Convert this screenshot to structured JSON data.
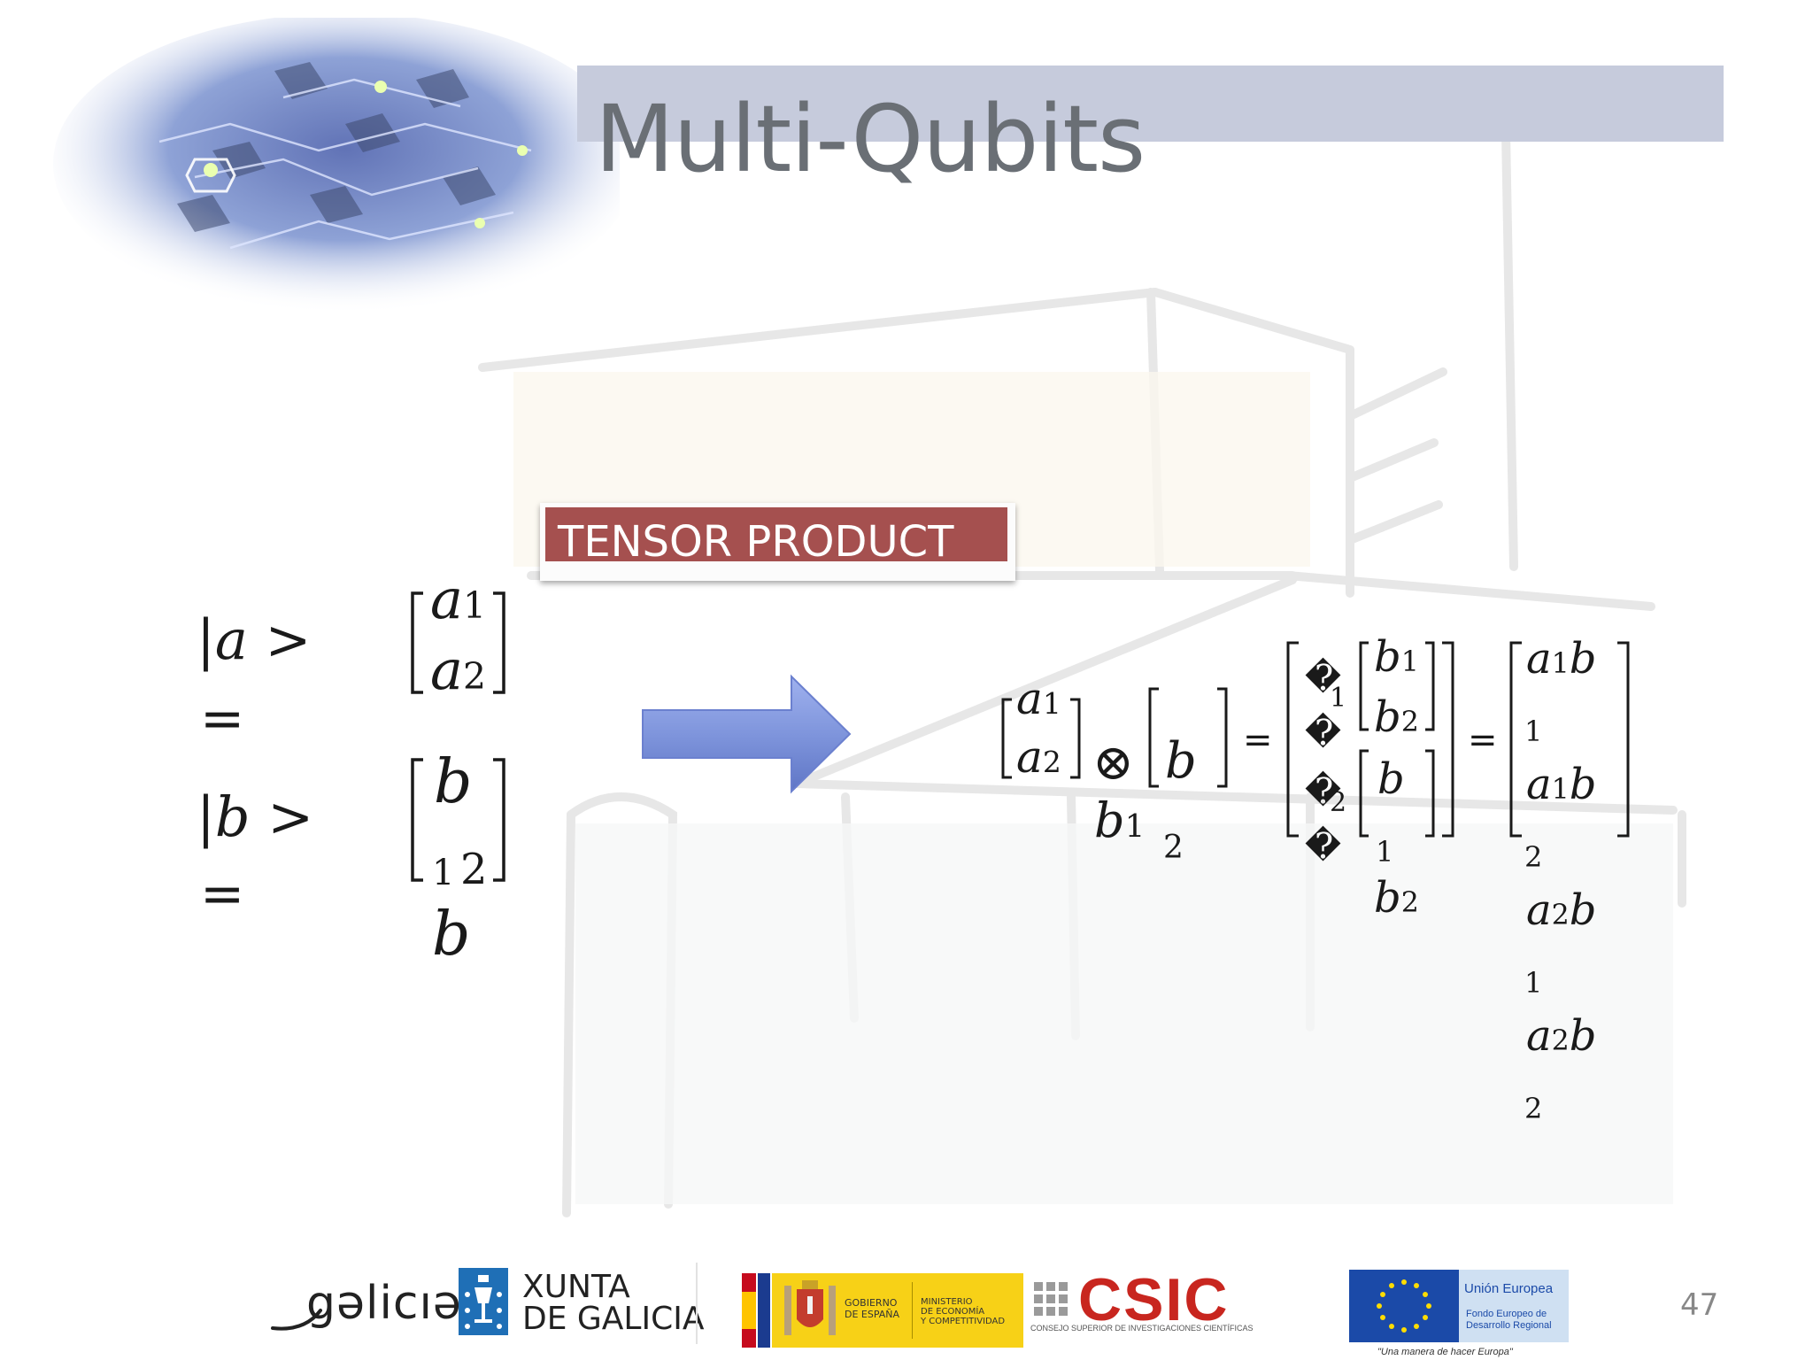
{
  "slide": {
    "title": "Multi-Qubits",
    "page_number": "47",
    "label": "TENSOR PRODUCT",
    "colors": {
      "title_band": "#c6cbdc",
      "label_bg": "#a5504f",
      "arrow": "#7f95dc"
    }
  },
  "math": {
    "ket_a": "|a >",
    "ket_b": "|b >",
    "equals": "=",
    "a": "a",
    "b": "b",
    "one": "1",
    "two": "2",
    "otimes": "⊗",
    "replacement_char": "�"
  },
  "footer": {
    "galicia": "gəlicıə",
    "xunta_line1": "XUNTA",
    "xunta_line2": "DE GALICIA",
    "gobierno": [
      "GOBIERNO",
      "DE ESPAÑA"
    ],
    "ministerio": [
      "MINISTERIO",
      "DE ECONOMÍA",
      "Y COMPETITIVIDAD"
    ],
    "csic": "CSIC",
    "csic_sub": "Consejo Superior de Investigaciones Científicas",
    "ue_title": "Unión Europea",
    "ue_sub": [
      "Fondo Europeo de",
      "Desarrollo Regional"
    ],
    "ue_motto": "\"Una manera de hacer Europa\""
  }
}
